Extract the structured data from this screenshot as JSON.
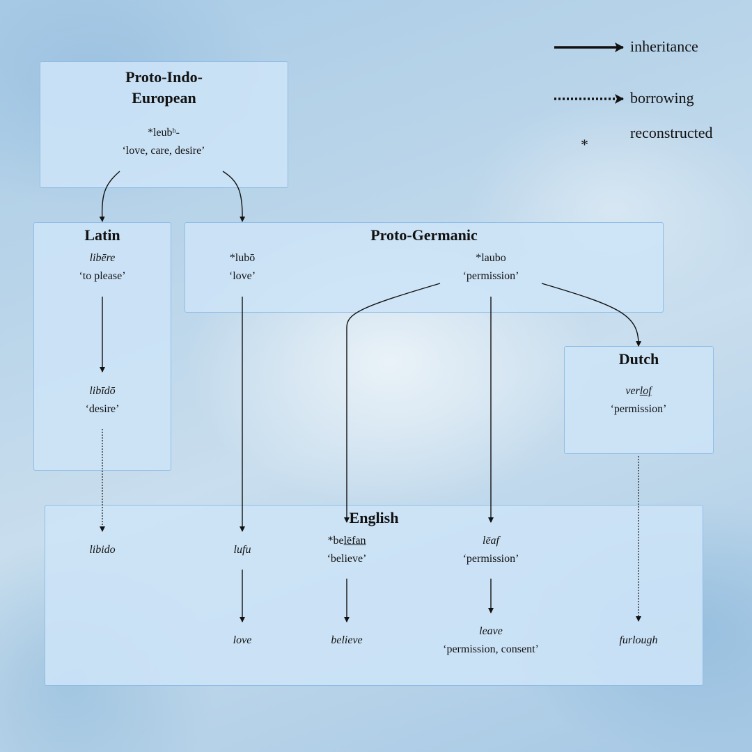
{
  "legend": {
    "inheritance": "inheritance",
    "borrowing": "borrowing",
    "reconstructed": "reconstructed",
    "star": "*"
  },
  "boxes": {
    "pie": {
      "title_line1": "Proto-Indo-",
      "title_line2": "European"
    },
    "latin": {
      "title": "Latin"
    },
    "proto_germanic": {
      "title": "Proto-Germanic"
    },
    "dutch": {
      "title": "Dutch"
    },
    "english": {
      "title": "English"
    }
  },
  "words": {
    "pie_leubh": {
      "form": "*leubʰ-",
      "gloss": "‘love, care, desire’"
    },
    "latin_libere": {
      "form": "libēre",
      "gloss": "‘to please’"
    },
    "latin_libido": {
      "form": "libīdō",
      "gloss": "‘desire’"
    },
    "pg_lubo": {
      "form": "*lubō",
      "gloss": "‘love’"
    },
    "pg_laubo": {
      "form": "*laubo",
      "gloss": "‘permission’"
    },
    "dutch_verlof": {
      "form_pre": "ver",
      "form_ul": "lof",
      "gloss": "‘permission’"
    },
    "en_libido": {
      "form": "libido"
    },
    "en_lufu": {
      "form": "lufu"
    },
    "en_belefan": {
      "form_pre": "*be",
      "form_ul": "lēfan",
      "gloss": "‘believe’"
    },
    "en_leaf": {
      "form": "lēaf",
      "gloss": "‘permission’"
    },
    "en_love": {
      "form": "love"
    },
    "en_believe": {
      "form": "believe"
    },
    "en_leave": {
      "form": "leave",
      "gloss": "‘permission, consent’"
    },
    "en_furlough": {
      "form": "furlough"
    }
  }
}
